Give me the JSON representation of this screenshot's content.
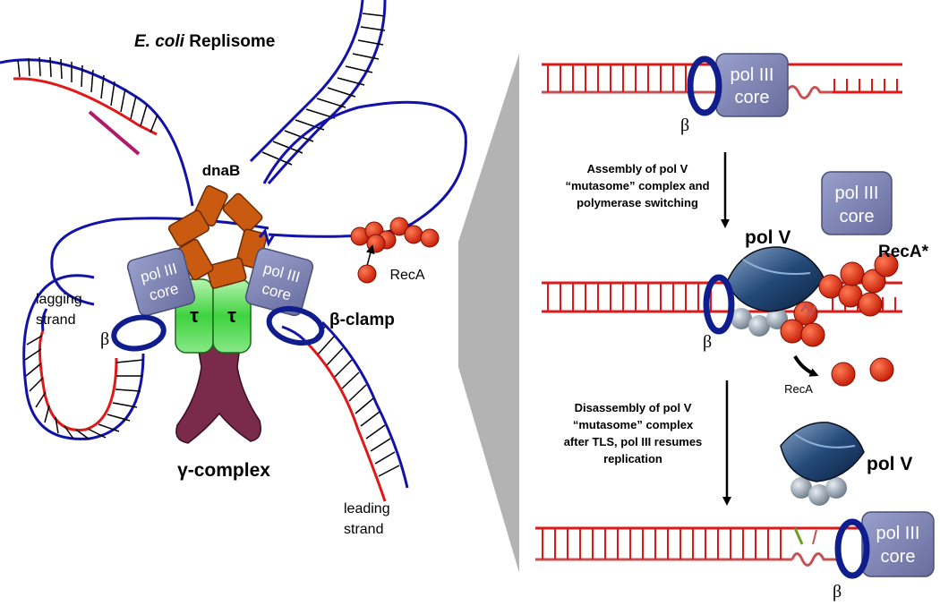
{
  "left": {
    "title_italic": "E. coli",
    "title_rest": " Replisome",
    "dnaB": "dnaB",
    "tau": "τ",
    "pol_core_line1": "pol III",
    "pol_core_line2": "core",
    "lagging_line1": "lagging",
    "lagging_line2": "strand",
    "beta": "β",
    "beta_clamp": "β-clamp",
    "gamma_complex": "γ-complex",
    "leading_line1": "leading",
    "leading_line2": "strand",
    "recA": "RecA"
  },
  "right": {
    "pol_core_line1": "pol III",
    "pol_core_line2": "core",
    "beta": "β",
    "step1_line1": "Assembly of pol V",
    "step1_line2": "“mutasome” complex and",
    "step1_line3": "polymerase switching",
    "pol_v": "pol V",
    "recA_star": "RecA*",
    "recA": "RecA",
    "step2_line1": "Disassembly of pol V",
    "step2_line2": "“mutasome” complex",
    "step2_line3": "after TLS, pol III resumes",
    "step2_line4": "replication"
  },
  "colors": {
    "dna_blue": "#1212a8",
    "template_red": "#e01818",
    "backbone_red": "#c85050",
    "clamp_navy": "#0f1e8c",
    "core_slate": "#8085b5",
    "tau_green": "#3fd23f",
    "helicase_orange": "#c95a10",
    "gamma_maroon": "#7a2a4a",
    "recA_red": "#e02a10",
    "zoom_gray": "#b0b0b0"
  }
}
